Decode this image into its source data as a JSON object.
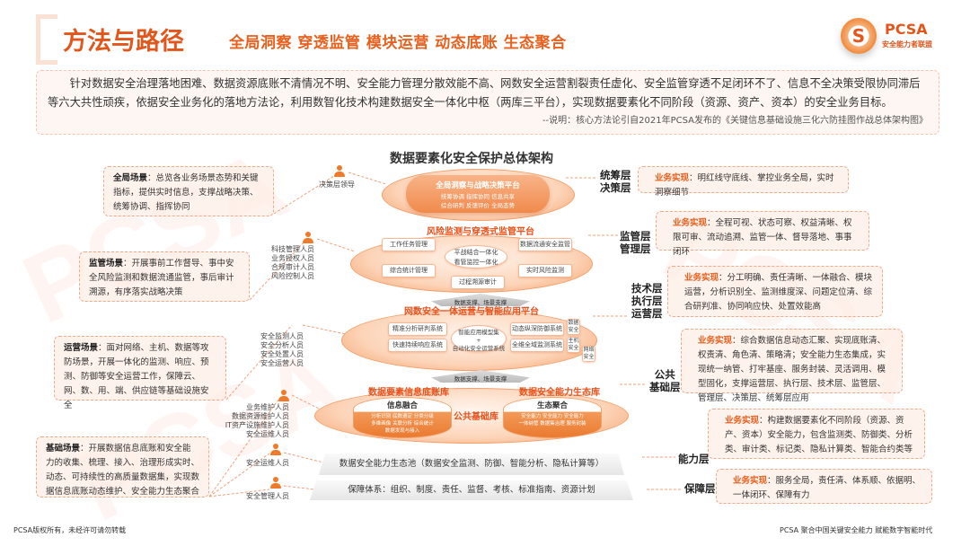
{
  "header": {
    "title": "方法与路径",
    "subtitle": "全局洞察 穿透监管 模块运营 动态底账 生态聚合",
    "logo_text": "PCSA",
    "logo_sub": "安全能力者联盟"
  },
  "intro": {
    "text": "针对数据安全治理落地困难、数据资源底账不清情况不明、安全能力管理分散效能不高、网数安全运营割裂责任虚化、安全监管穿透不足闭环不了、信息不全决策受限协同滞后等六大共性顽疾，依据安全业务化的落地方法论，利用数智化技术构建数据安全一体化中枢（两库三平台），实现数据要素化不同阶段（资源、资产、资本）的安全业务目标。",
    "note": "--说明：核心方法论引自2021年PCSA发布的《关键信息基础设施三化六防挂图作战总体架构图》"
  },
  "diagram": {
    "title": "数据要素化安全保护总体架构",
    "platform1": {
      "title": "全局洞察与战略决策平台",
      "items": [
        "统筹协调",
        "指挥协同",
        "信息共享",
        "综合研判",
        "反馈评价",
        "全局态势"
      ]
    },
    "platform2": {
      "title": "风险监测与穿透式监管平台",
      "center": [
        "平战结合一体化",
        "看管监控一体化"
      ],
      "modules": [
        "工作任务管理",
        "数据流通安全监管",
        "综合统计管理",
        "实时风险监测",
        "过程溯源审计"
      ]
    },
    "support_label": "数据支撑、场景支撑",
    "platform3": {
      "title": "网数安全一体运营与智能应用平台",
      "center": [
        "智能应用模型集",
        "+",
        "自动化安全运营系统"
      ],
      "modules": [
        "精准分析研判系统",
        "动态纵深防御系统",
        "快速持续响应系统",
        "全维全域监测系统"
      ],
      "tags": [
        "数据安全",
        "主机安全",
        "网络安全"
      ]
    },
    "lib": {
      "left_title": "数据要素信息底账库",
      "left_cyl": "信息融合",
      "left_items": [
        "分析识别",
        "底数遵定",
        "分类分级",
        "多维画像",
        "关联分析",
        "综合统计",
        "数据发现与接入"
      ],
      "center": "公共基础库",
      "right_title": "数据安全能力生态库",
      "right_cyl": "生态聚合",
      "right_items": [
        "安全能力",
        "安全能力",
        "安全能力",
        "一体纳管",
        "数据集治理",
        "服务封装"
      ]
    },
    "pool": "数据安全能力生态池（数据安全监测、防御、智能分析、隐私计算等）",
    "guarantee": "保障体系：组织、制度、责任、监督、考核、标准指南、资源计划"
  },
  "scenes": [
    {
      "label": "全局场景",
      "text": "：总览各业务场景态势和关键指标，提供实时信息，支撑战略决策、统筹协调、指挥协同"
    },
    {
      "label": "监管场景",
      "text": "：开展事前工作督导、事中安全风险监测和数据流通监管，事后审计溯源，有序落实战略决策"
    },
    {
      "label": "运营场景",
      "text": "：面对网络、主机、数据等攻防场景，开展一体化的监测、响应、预测、防御等安全运营工作，保障云、网、数、用、端、供应链等基础设施安全"
    },
    {
      "label": "基础场景",
      "text": "：开展数据信息底账和安全能力的收集、梳理、接入、治理形成实时、动态、可持续性的高质量数据集，实现数据信息底账动态维护、安全能力生态聚合"
    }
  ],
  "personnel": [
    {
      "lines": [
        "决策层领导"
      ]
    },
    {
      "lines": [
        "科技管理人员",
        "业务授权人员",
        "合规审计人员",
        "风险控制人员"
      ]
    },
    {
      "lines": [
        "安全监测人员",
        "安全分析人员",
        "安全处置人员",
        "安全运营人员"
      ]
    },
    {
      "lines": [
        "业务维护人员",
        "数据资源维护人员",
        "IT资产设施维护人员",
        "安全运维人员"
      ]
    },
    {
      "lines": [
        "安全运维人员"
      ]
    },
    {
      "lines": [
        "安全管理人员"
      ]
    }
  ],
  "layers": [
    {
      "name": [
        "统筹层",
        "决策层"
      ],
      "label": "业务实现",
      "text": "：明红线守底线、掌控业务全局，实时洞察细节"
    },
    {
      "name": [
        "监管层",
        "管理层"
      ],
      "label": "业务实现",
      "text": "：全程可视、状态可察、权益清晰、权限可审、流动追溯、监管一体、督导落地、事事闭环"
    },
    {
      "name": [
        "技术层",
        "执行层",
        "运营层"
      ],
      "label": "业务实现",
      "text": "：分工明确、责任清晰、一体融合、模块运营，分析识别全、监测维度深、问题定位清、综合研判准、协同响应快、处置效能高"
    },
    {
      "name": [
        "公共",
        "基础层"
      ],
      "label": "业务实现",
      "text": "：综合数据信息动态汇聚、实现底账清、权责清、角色清、策略清；安全能力生态集成，实现统一纳管、打牢基座、服务封装、灵活调用、模型固化，支撑运营层、执行层、技术层、监管层、管理层、决策层、统筹层应用"
    },
    {
      "name": [
        "能力层"
      ],
      "label": "业务实现",
      "text": "：构建数据要素化不同阶段（资源、资产、资本）安全能力，包含监测类、防御类、分析类、审计类、标记类、隐私计算类、智能合约类等"
    },
    {
      "name": [
        "保障层"
      ],
      "label": "业务实现",
      "text": "：服务全局，责任清、体系顺、依据明、一体闭环、保障有力"
    }
  ],
  "footer": {
    "left": "PCSA版权所有，未经许可请勿转载",
    "right": "PCSA 聚合中国关键安全能力  赋能数字智能时代"
  },
  "colors": {
    "accent": "#e8601e",
    "box_bg": "#fdeee6"
  }
}
